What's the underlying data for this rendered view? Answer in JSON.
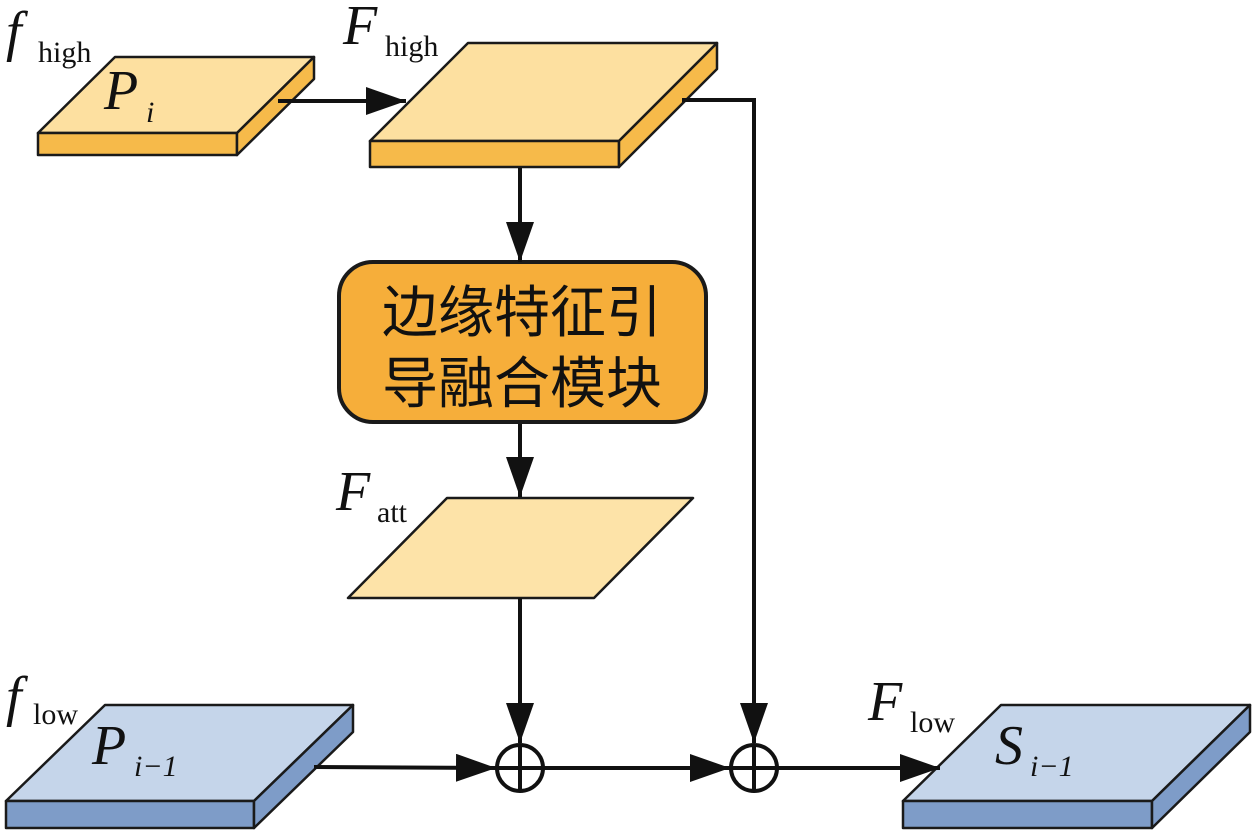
{
  "labels": {
    "f_high_sym": "f",
    "f_high_sub": "high",
    "p_i_sym": "P",
    "p_i_sub": "i",
    "F_high_sym": "F",
    "F_high_sub": "high",
    "F_att_sym": "F",
    "F_att_sub": "att",
    "f_low_sym": "f",
    "f_low_sub": "low",
    "p_i1_sym": "P",
    "p_i1_sub": "i−1",
    "F_low_sym": "F",
    "F_low_sub": "low",
    "s_i1_sym": "S",
    "s_i1_sub": "i−1"
  },
  "module": {
    "line1": "边缘特征引",
    "line2": "导融合模块"
  },
  "colors": {
    "orange_top": "#FDE0A0",
    "orange_side": "#F6BA4A",
    "module_fill": "#F6AE3A",
    "att_fill": "#FDE3A8",
    "blue_top": "#C5D5EA",
    "blue_side": "#7E9CC8",
    "line": "#111111"
  },
  "icons": {
    "plus_node": "circle-plus-icon"
  }
}
